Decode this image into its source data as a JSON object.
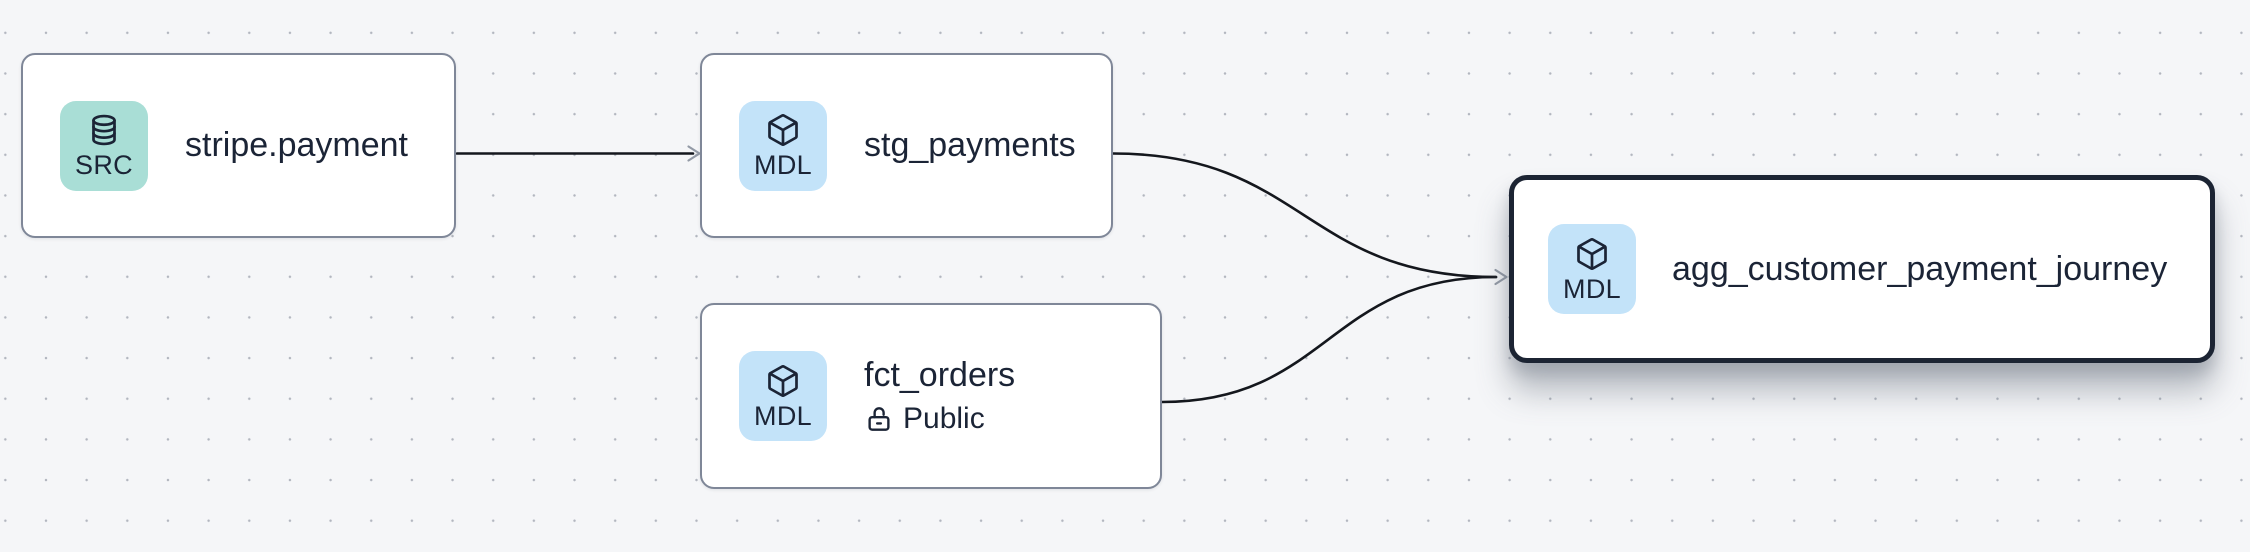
{
  "canvas": {
    "background_color": "#f5f6f8",
    "dot_color": "#b2b6bf"
  },
  "colors": {
    "node_background": "#ffffff",
    "node_border": "#7f8798",
    "selected_node_border": "#1c2433",
    "text": "#1b2436",
    "edge": "#14171d",
    "arrowhead": "#939aa6",
    "source_badge_background": "#a9ded6",
    "model_badge_background": "#c3e3f9"
  },
  "nodes": {
    "stripe_payment": {
      "label": "stripe.payment",
      "badge": "SRC",
      "badge_icon": "database-icon",
      "kind": "source"
    },
    "stg_payments": {
      "label": "stg_payments",
      "badge": "MDL",
      "badge_icon": "cube-icon",
      "kind": "model"
    },
    "fct_orders": {
      "label": "fct_orders",
      "badge": "MDL",
      "badge_icon": "cube-icon",
      "kind": "model",
      "access": "Public",
      "access_icon": "lock-open-icon"
    },
    "agg_customer_payment_journey": {
      "label": "agg_customer_payment_journey",
      "badge": "MDL",
      "badge_icon": "cube-icon",
      "kind": "model",
      "selected": true
    }
  },
  "edges": [
    {
      "from": "stripe.payment",
      "to": "stg_payments"
    },
    {
      "from": "stg_payments",
      "to": "agg_customer_payment_journey"
    },
    {
      "from": "fct_orders",
      "to": "agg_customer_payment_journey"
    }
  ]
}
